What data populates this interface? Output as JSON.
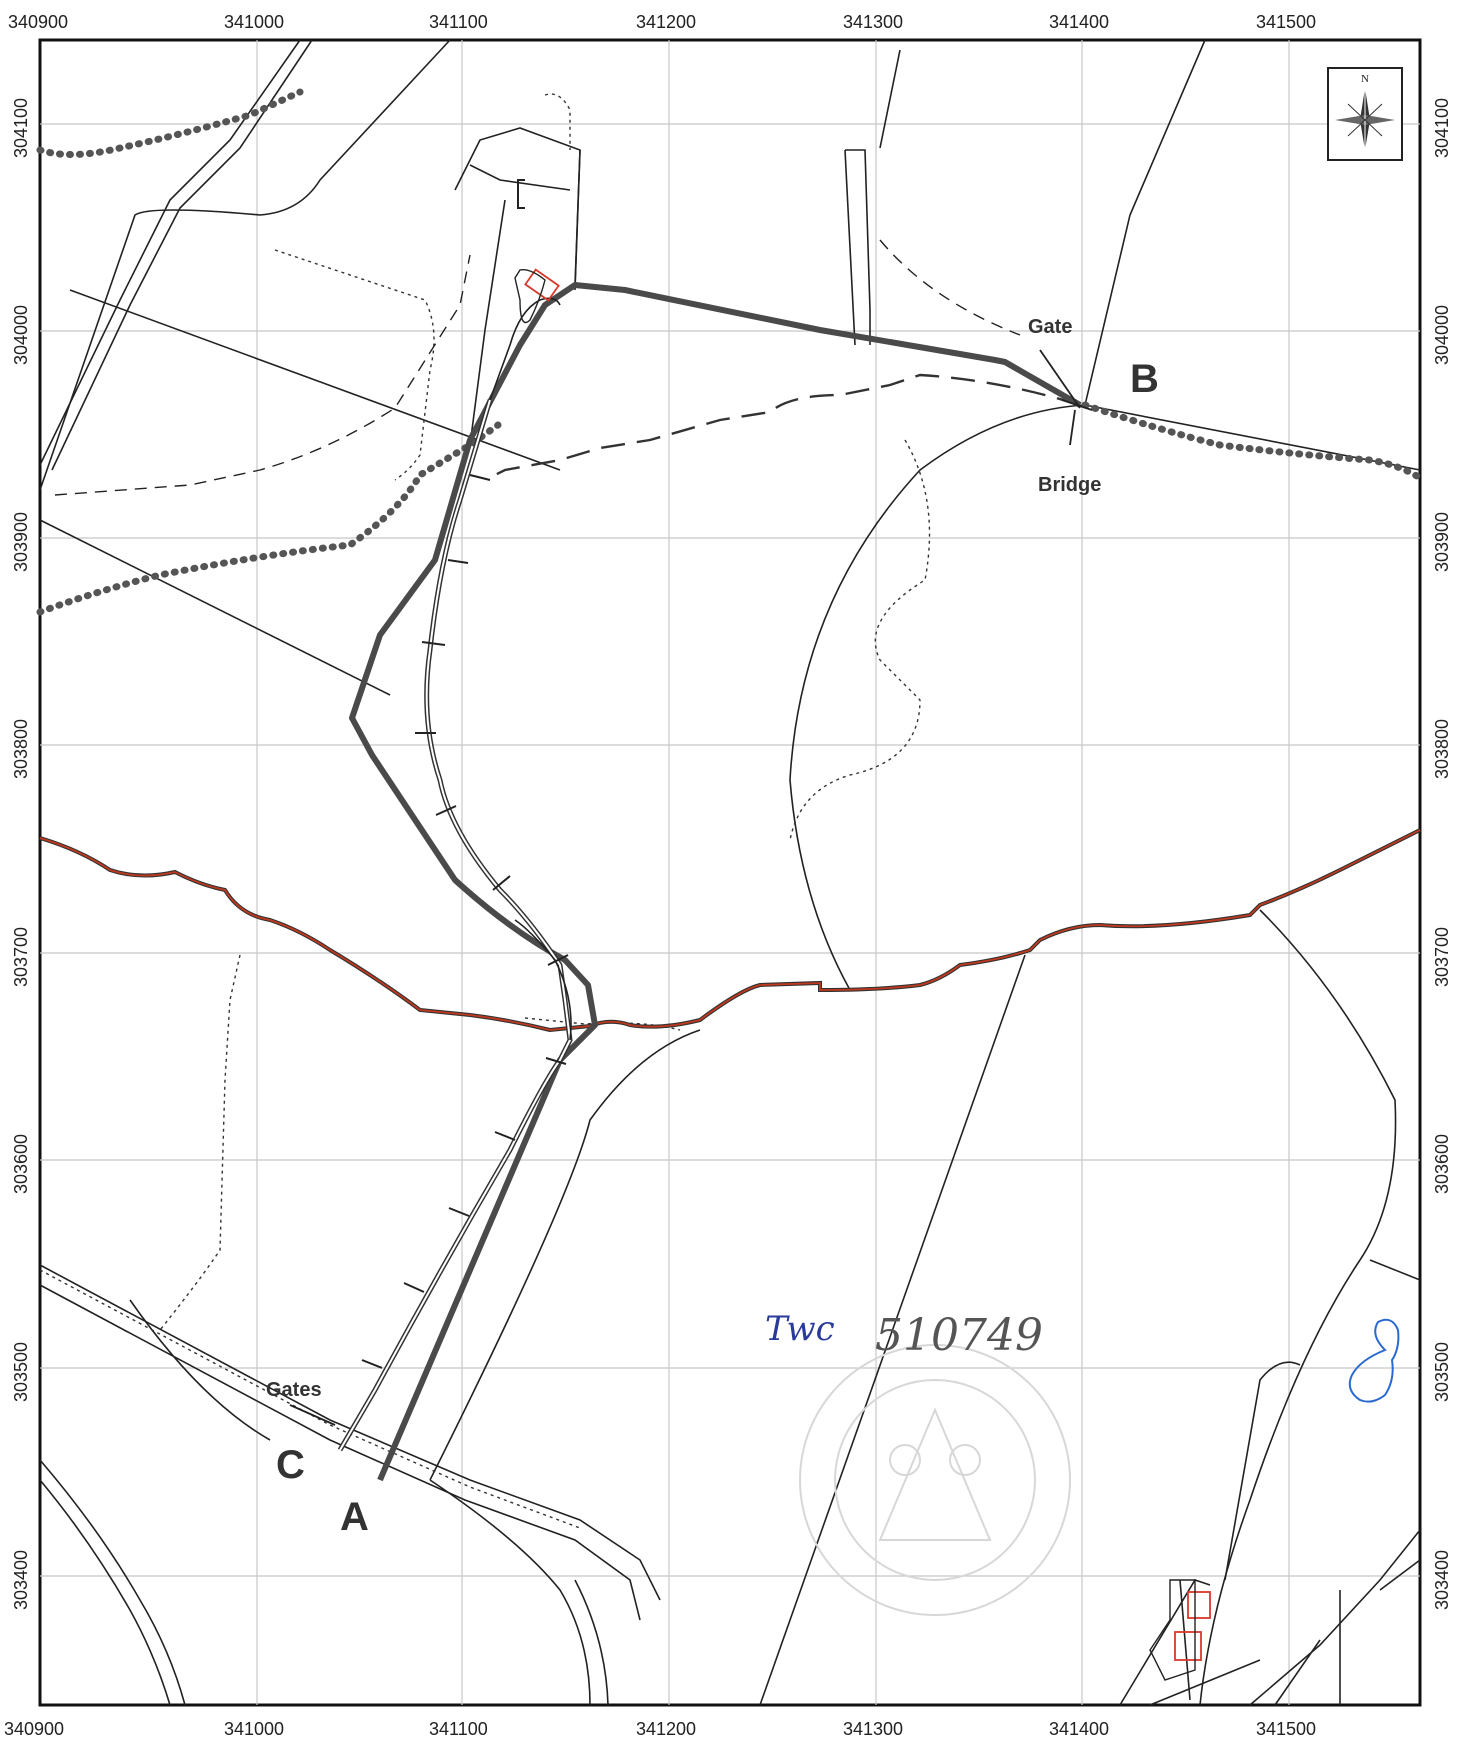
{
  "map": {
    "axes": {
      "x_ticks_top": [
        "340900",
        "341000",
        "341100",
        "341200",
        "341300",
        "341400",
        "341500"
      ],
      "x_ticks_bottom": [
        "340900",
        "341000",
        "341100",
        "341200",
        "341300",
        "341400",
        "341500"
      ],
      "y_ticks_left": [
        "304100",
        "304000",
        "303900",
        "303800",
        "303700",
        "303600",
        "303500",
        "303400"
      ],
      "y_ticks_right": [
        "304100",
        "304000",
        "303900",
        "303800",
        "303700",
        "303600",
        "303500",
        "303400"
      ]
    },
    "compass": {
      "label": "N",
      "icon": "compass-rose-icon"
    },
    "points": {
      "a": "A",
      "b": "B",
      "c": "C"
    },
    "labels": {
      "gate": "Gate",
      "bridge": "Bridge",
      "gates": "Gates"
    },
    "handwritten": {
      "left": "Twc",
      "right": "510749"
    },
    "colors": {
      "route": "#4a4a4a",
      "boundary": "#c0391e",
      "path_dots": "#555555",
      "pond": "#2a6ad0",
      "building": "#d8382a",
      "grid": "#c8c8c8",
      "line": "#222222"
    }
  }
}
